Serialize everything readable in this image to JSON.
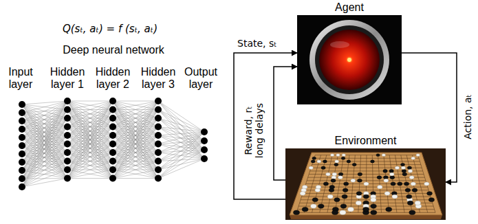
{
  "diagram": {
    "nodes": [
      {
        "text": [
          "Agent"
        ]
      },
      {
        "text": [
          "Environment"
        ]
      }
    ],
    "edges": [
      {
        "from": 1,
        "to": 0,
        "label": "State, sₜ",
        "arrow": "to"
      },
      {
        "from": 1,
        "to": 0,
        "label": "Reward, rₜ long delays",
        "arrow": "to"
      },
      {
        "from": 0,
        "to": 1,
        "label": "Action, aₜ",
        "arrow": "to"
      }
    ],
    "labels": [
      "Q(sₜ, aₜ) = f (sₜ, aₜ)",
      "Deep neural network",
      "Input layer",
      "Hidden layer 1",
      "Hidden layer 2",
      "Hidden layer 3",
      "Output layer"
    ]
  }
}
